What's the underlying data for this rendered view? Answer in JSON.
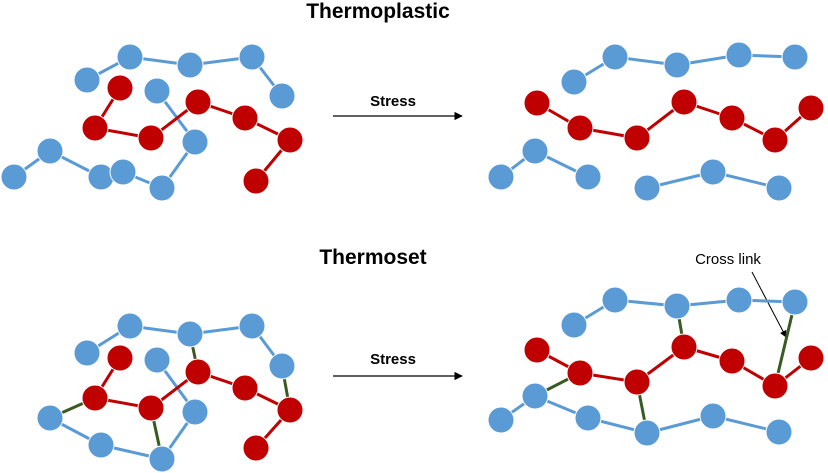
{
  "titles": {
    "thermoplastic": "Thermoplastic",
    "thermoset": "Thermoset"
  },
  "arrow_label": "Stress",
  "annotation": "Cross link",
  "colors": {
    "blue_bead": "#5b9bd5",
    "blue_bond": "#5b9bd5",
    "red_bead": "#c00000",
    "red_bond": "#c00000",
    "crosslink": "#3a5a24",
    "text": "#000000"
  }
}
